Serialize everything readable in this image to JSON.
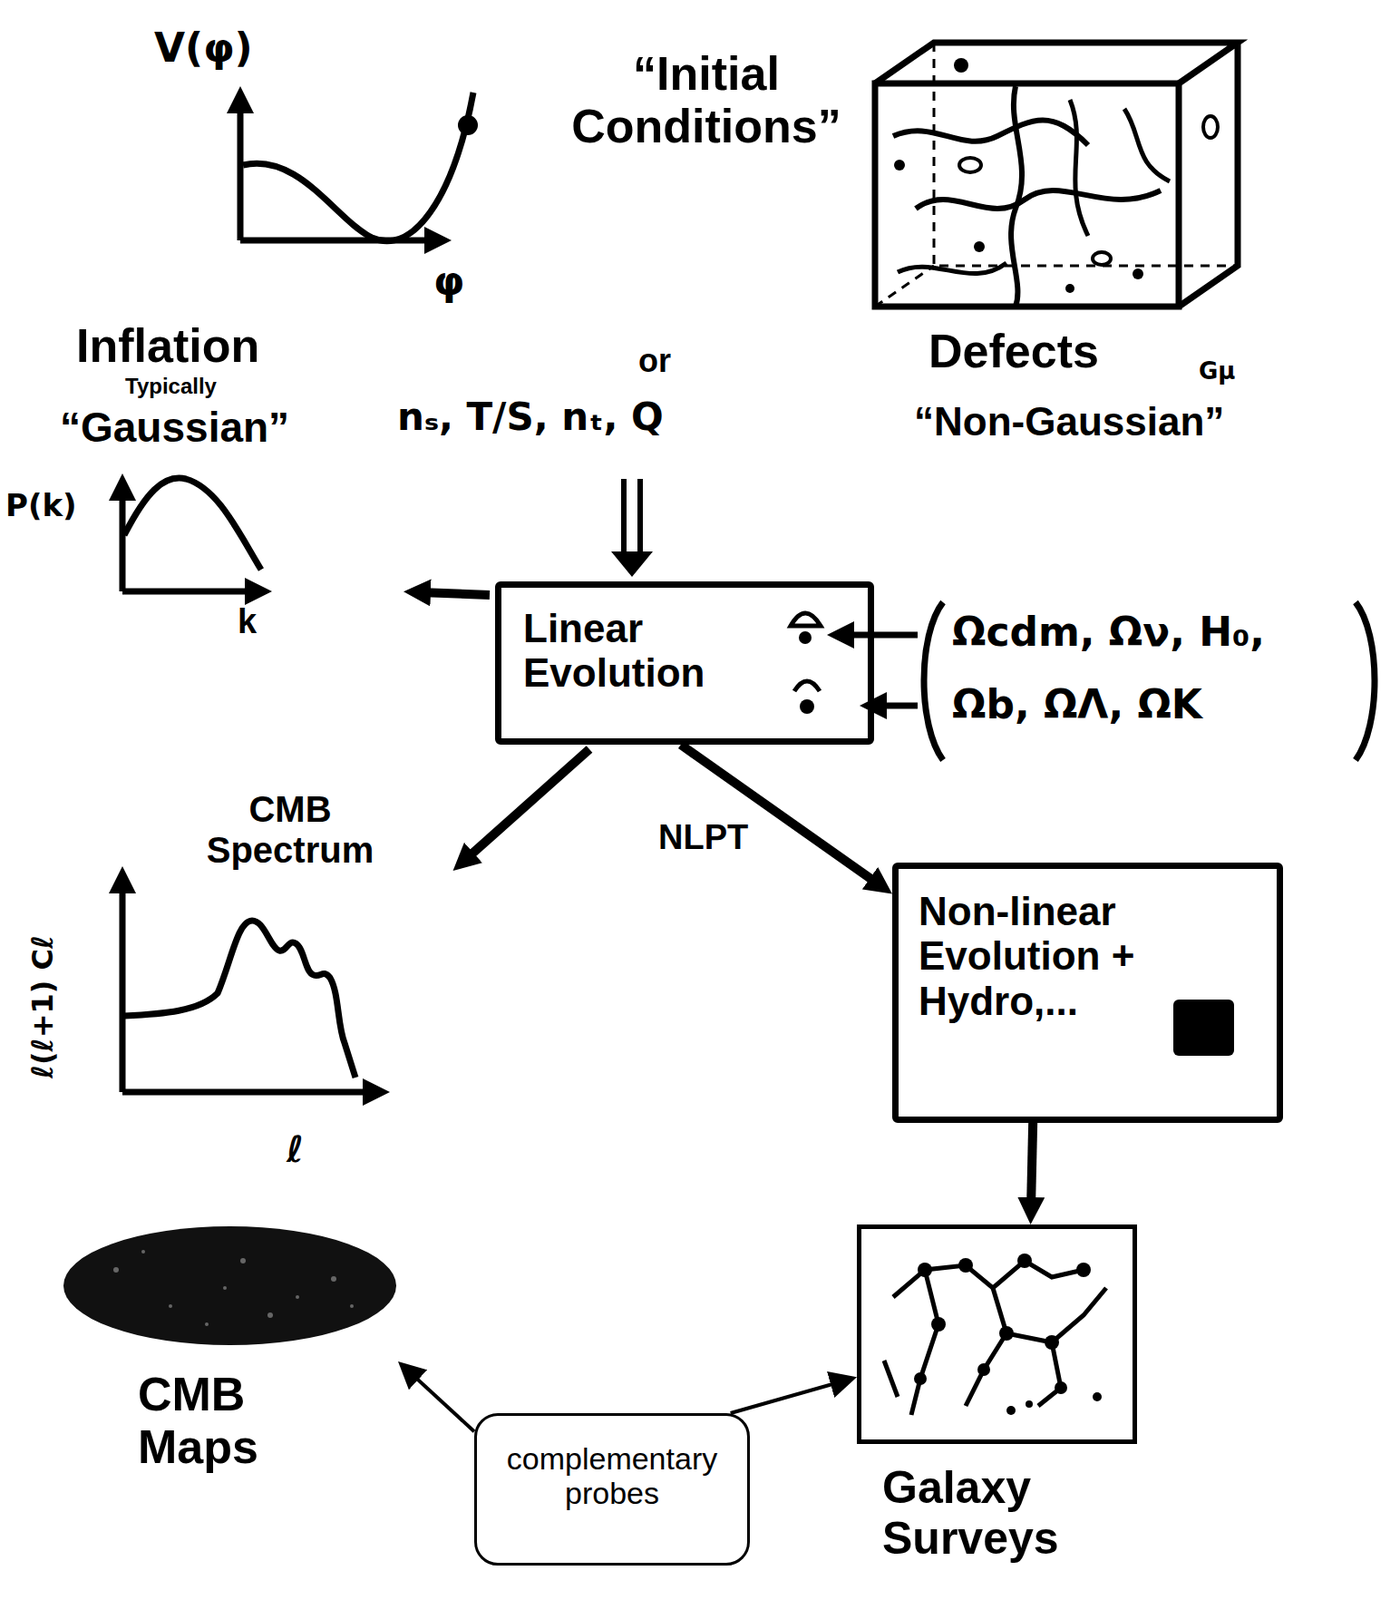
{
  "diagram": {
    "nodes": [
      {
        "text": [
          "Linear Evolution"
        ]
      },
      {
        "text": [
          "Non-linear Evolution + Hydro,..."
        ]
      },
      {
        "text": [
          "CMB Maps"
        ]
      },
      {
        "text": [
          "Galaxy Surveys"
        ]
      },
      {
        "text": [
          "complementary probes"
        ]
      }
    ],
    "edges": [
      {
        "from": 0,
        "to": 1,
        "label": "NLPT",
        "arrow": "to"
      },
      {
        "from": 1,
        "to": 3,
        "arrow": "to"
      },
      {
        "from": 4,
        "to": 2,
        "arrow": "to"
      },
      {
        "from": 4,
        "to": 3,
        "arrow": "to"
      }
    ],
    "labels": [
      "V(φ)",
      "φ",
      "“Initial Conditions”",
      "Defects",
      "Gμ",
      "“Non-Gaussian”",
      "Inflation",
      "Typically",
      "“Gaussian”",
      "or",
      "nₛ, T/S, nₜ, Q",
      "P(k)",
      "k",
      "Ωcdm, Ων, H₀,",
      "Ωb, ΩΛ, ΩK",
      "CMB Spectrum",
      "ℓ(ℓ+1) Cℓ",
      "ℓ"
    ]
  }
}
